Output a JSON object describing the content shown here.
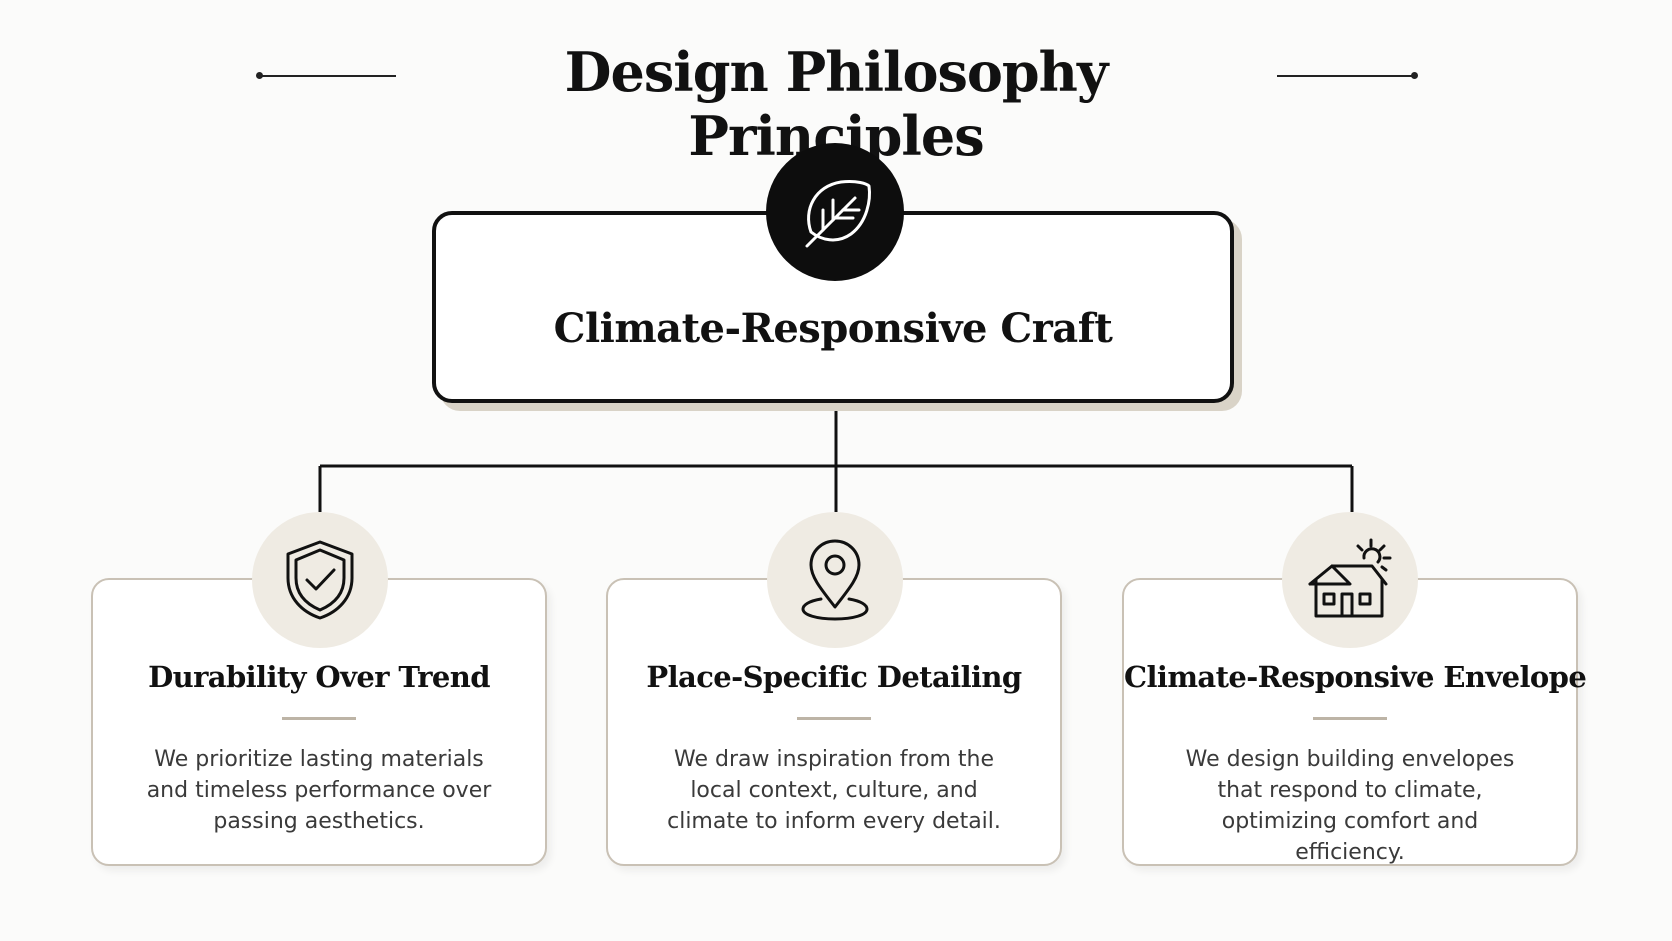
{
  "title": "Design Philosophy Principles",
  "root": {
    "label": "Climate-Responsive Craft",
    "icon": "leaf-icon"
  },
  "principles": [
    {
      "title": "Durability Over Trend",
      "text": "We prioritize lasting materials and timeless performance over passing aesthetics.",
      "icon": "shield-check-icon"
    },
    {
      "title": "Place-Specific Detailing",
      "text": "We draw inspiration from the local context, culture, and climate to inform every detail.",
      "icon": "location-pin-icon"
    },
    {
      "title": "Climate-Responsive Envelope",
      "text": "We design building envelopes that respond to climate, optimizing comfort and efficiency.",
      "icon": "house-sun-icon"
    }
  ],
  "colors": {
    "ink": "#111111",
    "accent_beige": "#efebe3",
    "card_border": "#c9c1b5",
    "shadow": "#d9d3c7"
  }
}
